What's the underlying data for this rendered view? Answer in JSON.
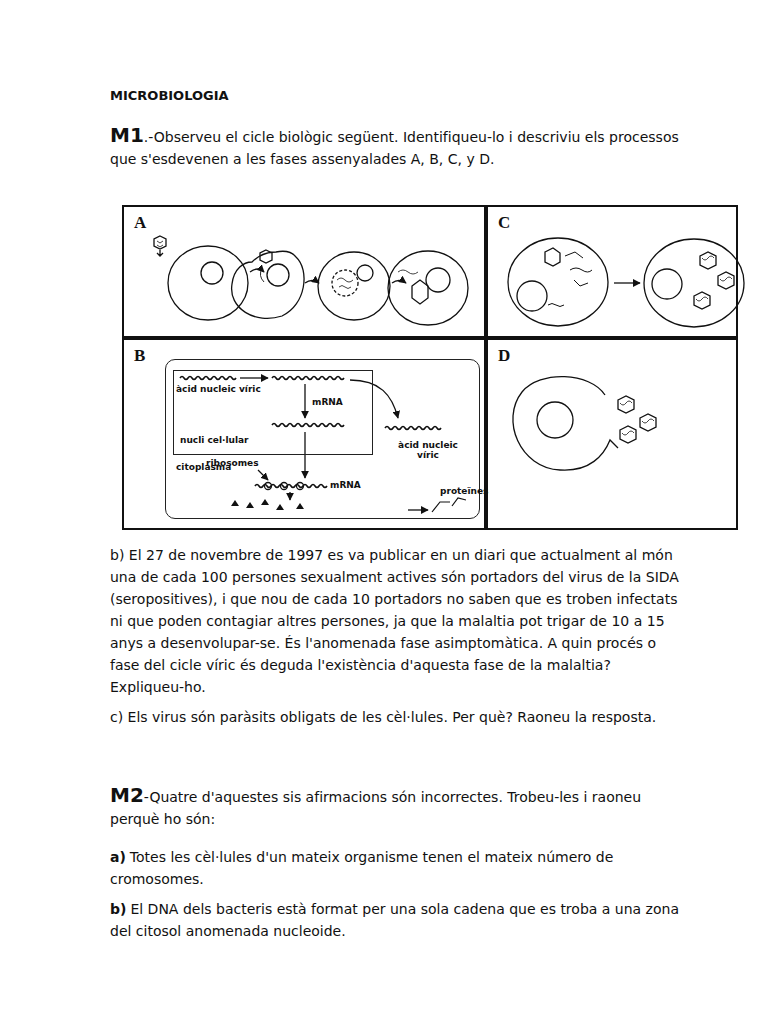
{
  "diagram": {
    "title": "MICROBIOLOGIA",
    "nodes": [
      {
        "text": [
          "A"
        ]
      },
      {
        "text": [
          "C"
        ]
      },
      {
        "text": [
          "B"
        ]
      },
      {
        "text": [
          "D"
        ]
      },
      {
        "text": [
          "citoplasma"
        ],
        "in": 2
      },
      {
        "text": [
          "nucli cel·lular"
        ],
        "in": 4
      }
    ],
    "labels": [
      "M1",
      ".-Observeu el cicle biològic següent. Identifiqueu-lo i descriviu els processos que s'esdevenen a les fases assenyalades A, B, C, y D.",
      "àcid nucleic víric",
      "mRNA",
      "àcid nucleic víric",
      "ribosomes",
      "mRNA",
      "proteïnes",
      "b) El 27 de novembre de 1997 es va publicar en un diari que actualment al món una de cada 100 persones sexualment actives són portadors del virus de la SIDA (seropositives), i que nou de cada 10 portadors no saben que es troben infectats ni que poden contagiar altres persones, ja que la malaltia pot trigar de 10 a 15 anys a desenvolupar-se. És l'anomenada fase asimptomàtica. A quin procés o fase del cicle víric és deguda l'existència d'aquesta fase de la malaltia? Expliqueu-ho.",
      "c) Els virus són paràsits obligats de les cèl·lules. Per què? Raoneu la resposta.",
      "M2",
      "-Quatre d'aquestes sis afirmacions són incorrectes. Trobeu-les i raoneu perquè ho són:",
      "a)",
      "Totes les cèl·lules d'un mateix organisme tenen el mateix número de cromosomes.",
      "b)",
      "El DNA dels bacteris està format per una sola cadena que es troba a una zona del citosol anomenada nucleoide."
    ]
  }
}
